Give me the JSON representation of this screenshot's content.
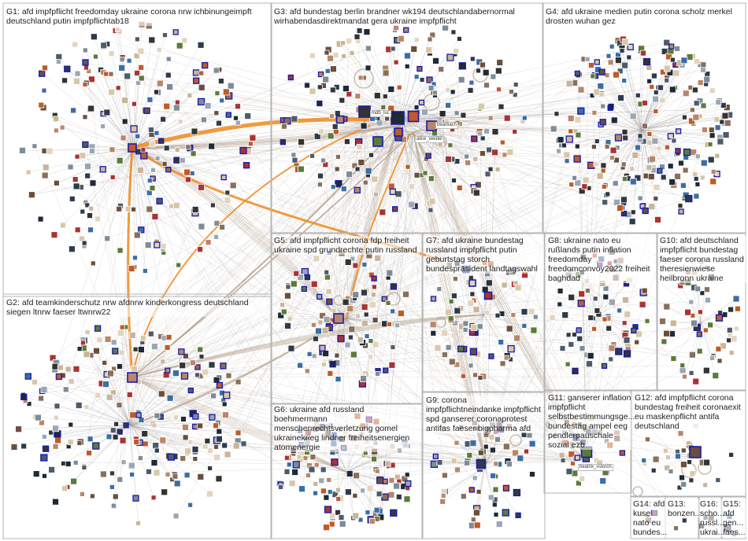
{
  "groups": [
    {
      "id": "G1",
      "label": "G1: afd impfpflicht freedomday ukraine corona nrw ichbinungeimpft deutschland putin impfpflichtab18"
    },
    {
      "id": "G2",
      "label": "G2: afd teamkinderschutz nrw afdnrw kinderkongress deutschland siegen ltnrw faeser ltwnrw22"
    },
    {
      "id": "G3",
      "label": "G3: afd bundestag berlin brandner wk194 deutschlandabernormal wirhabendasdirektmandat gera ukraine impfpflicht"
    },
    {
      "id": "G4",
      "label": "G4: afd ukraine medien putin corona scholz merkel drosten wuhan gez"
    },
    {
      "id": "G5",
      "label": "G5: afd impfpflicht corona fdp freiheit ukraine spd grundrechte putin russland"
    },
    {
      "id": "G6",
      "label": "G6: ukraine afd russland boehmermann menschenrechtsverletzung gomel ukrainekrieg lindner freiheitsenergien atomenergie"
    },
    {
      "id": "G7",
      "label": "G7: afd ukraine bundestag russland impfpflicht putin geburtstag storch bundespräsident landtagswahl"
    },
    {
      "id": "G8",
      "label": "G8: ukraine nato eu rußlands putin inflation freedomday freedomconvoy2022 freiheit baghdad"
    },
    {
      "id": "G9",
      "label": "G9: corona impfpflichtneindanke impfpflicht spd ganserer coronaprotest antifas faeser bigpharma afd"
    },
    {
      "id": "G10",
      "label": "G10: afd deutschland impfpflicht bundestag faeser corona russland theresienwiese heilbronn ukraine"
    },
    {
      "id": "G11",
      "label": "G11: ganserer inflation impfpflicht selbstbestimmungsge... bundestag ampel eeg pendlerpauschale sozial ezb"
    },
    {
      "id": "G12",
      "label": "G12: afd impfpflicht corona bundestag freiheit coronaexit eu maskenpflicht antifa deutschland"
    },
    {
      "id": "G13",
      "label": "G13: bonzen..."
    },
    {
      "id": "G14",
      "label": "G14: afd kusel nato eu bundes..."
    },
    {
      "id": "G15",
      "label": "G15: afd gen... faes..."
    },
    {
      "id": "G16",
      "label": "G16: scho... russl... ukrai..."
    }
  ],
  "hub_labels": [
    "mdb_luc",
    "alice_weidel",
    "bearbach",
    "beatrix_vstorch"
  ],
  "colors": {
    "background": "#ffffff",
    "grid_border": "#b4b4b4",
    "edge_gray": "#9a9a9a",
    "edge_tan": "#b8a48e",
    "edge_orange": "#f08a1c",
    "node_frame_blue": "#1a1aa8",
    "node_frame_white": "#ffffff"
  }
}
